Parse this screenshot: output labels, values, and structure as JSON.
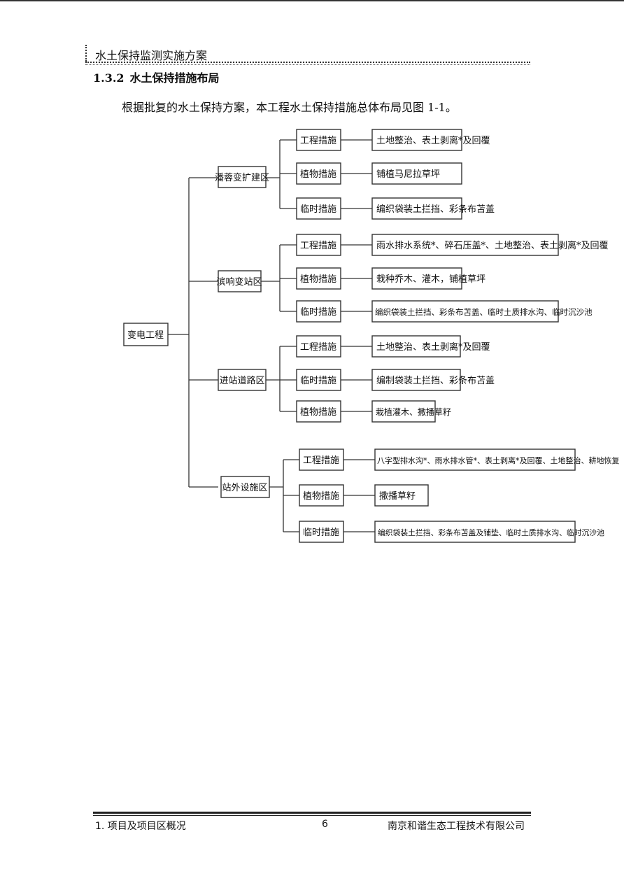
{
  "header": {
    "title": "水土保持监测实施方案"
  },
  "section": {
    "number": "1.3.2",
    "title": "水土保持措施布局"
  },
  "intro": "根据批复的水土保持方案，本工程水土保持措施总体布局见图 1-1。",
  "diagram": {
    "root": "变电工程",
    "areas": [
      {
        "label": "潘蓉变扩建区",
        "measures": [
          {
            "type": "工程措施",
            "detail": "土地整治、表土剥离*及回覆"
          },
          {
            "type": "植物措施",
            "detail": "铺植马尼拉草坪"
          },
          {
            "type": "临时措施",
            "detail": "编织袋装土拦挡、彩条布苫盖"
          }
        ]
      },
      {
        "label": "滨响变站区",
        "measures": [
          {
            "type": "工程措施",
            "detail": "雨水排水系统*、碎石压盖*、土地整治、表土剥离*及回覆"
          },
          {
            "type": "植物措施",
            "detail": "栽种乔木、灌木，铺植草坪"
          },
          {
            "type": "临时措施",
            "detail": "编织袋装土拦挡、彩条布苫盖、临时土质排水沟、临时沉沙池"
          }
        ]
      },
      {
        "label": "进站道路区",
        "measures": [
          {
            "type": "工程措施",
            "detail": "土地整治、表土剥离*及回覆"
          },
          {
            "type": "临时措施",
            "detail": "编制袋装土拦挡、彩条布苫盖"
          },
          {
            "type": "植物措施",
            "detail": "栽植灌木、撒播草籽"
          }
        ]
      },
      {
        "label": "站外设施区",
        "measures": [
          {
            "type": "工程措施",
            "detail": "八字型排水沟*、雨水排水管*、表土剥离*及回覆、土地整治、耕地恢复"
          },
          {
            "type": "植物措施",
            "detail": "撒播草籽"
          },
          {
            "type": "临时措施",
            "detail": "编织袋装土拦挡、彩条布苫盖及铺垫、临时土质排水沟、临时沉沙池"
          }
        ]
      }
    ]
  },
  "footer": {
    "chapter": "1.  项目及项目区概况",
    "page": "6",
    "company": "南京和谐生态工程技术有限公司"
  }
}
